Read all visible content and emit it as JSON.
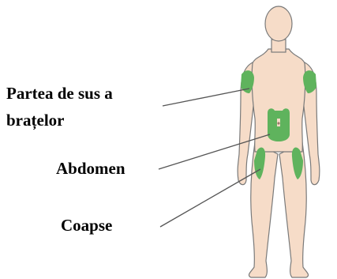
{
  "labels": {
    "upper_arms_line1": "Partea de sus a",
    "upper_arms_line2": "brațelor",
    "abdomen": "Abdomen",
    "thighs": "Coapse"
  },
  "colors": {
    "skin": "#f6dcc8",
    "outline": "#7a7a7a",
    "injection_zone": "#5fb35d",
    "pointer_line": "#555555",
    "text": "#000000"
  }
}
